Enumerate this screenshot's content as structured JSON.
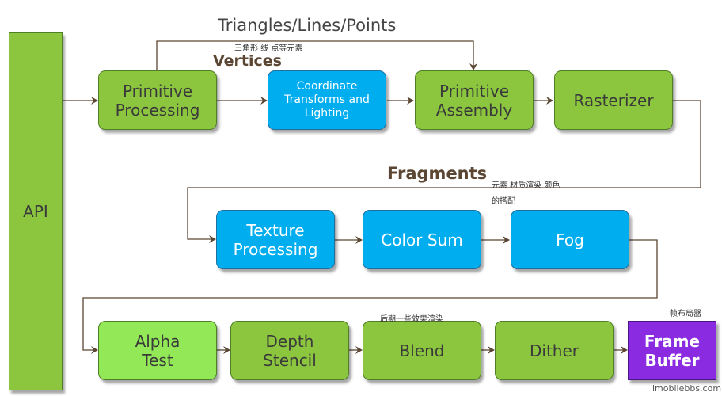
{
  "api": "API",
  "nodes": {
    "primitive_processing": [
      "Primitive",
      "Processing"
    ],
    "coordinate_transforms": [
      "Coordinate",
      "Transforms and",
      "Lighting"
    ],
    "primitive_assembly": [
      "Primitive",
      "Assembly"
    ],
    "rasterizer": "Rasterizer",
    "texture_processing": [
      "Texture",
      "Processing"
    ],
    "color_sum": "Color Sum",
    "fog": "Fog",
    "alpha_test": [
      "Alpha",
      "Test"
    ],
    "depth_stencil": [
      "Depth",
      "Stencil"
    ],
    "blend": "Blend",
    "dither": "Dither",
    "frame_buffer": [
      "Frame",
      "Buffer"
    ]
  },
  "labels": {
    "triangles": "Triangles/Lines/Points",
    "triangles_cn": "三角形 线 点等元素",
    "vertices": "Vertices",
    "fragments": "Fragments",
    "fragments_cn_1": "元素 材质渲染 颜色",
    "fragments_cn_2": "的搭配",
    "blend_cn": "后期一些效果渲染",
    "frame_buffer_cn": "帧布局器",
    "watermark": "imobilebbs.com"
  },
  "colors": {
    "green": "#8cc63f",
    "light_green": "#93e857",
    "blue": "#00aeef",
    "purple": "#8a2be2",
    "arrow": "#5a4632"
  }
}
